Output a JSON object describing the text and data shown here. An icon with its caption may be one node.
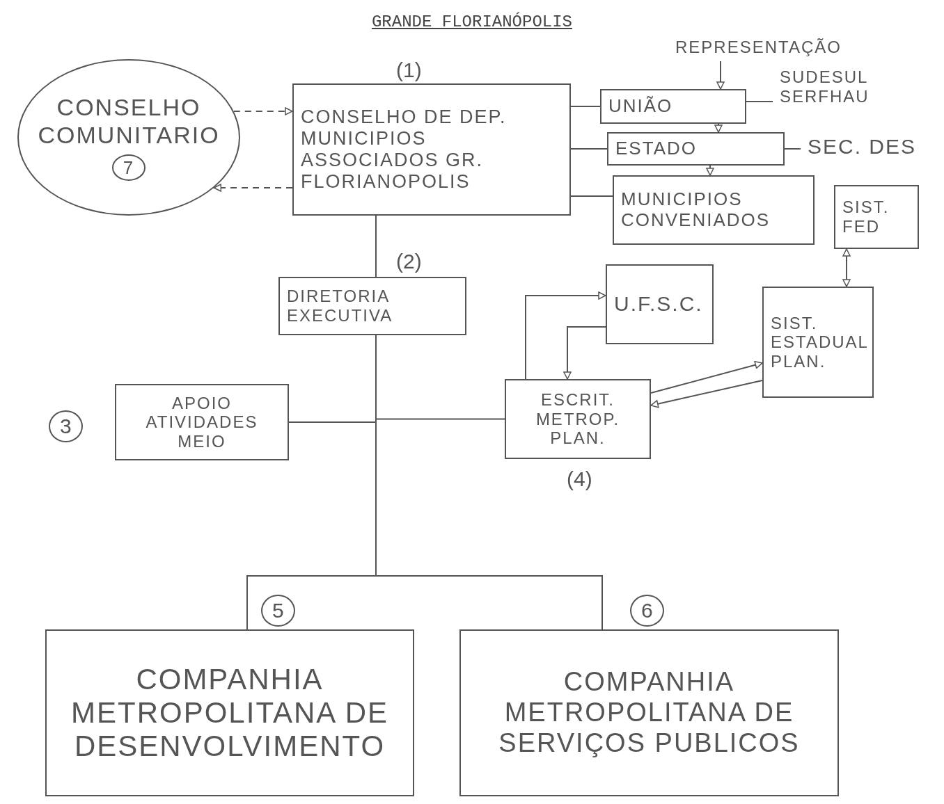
{
  "diagram": {
    "title": "GRANDE FLORIANÓPOLIS",
    "nodes": [
      {
        "text": [
          "CONSELHO COMUNITARIO",
          "7"
        ]
      },
      {
        "text": [
          "CONSELHO DE DEP. MUNICIPIOS ASSOCIADOS GR. FLORIANOPOLIS"
        ],
        "beside": [
          "(1)"
        ]
      },
      {
        "text": [
          "UNIÃO"
        ]
      },
      {
        "text": [
          "ESTADO"
        ]
      },
      {
        "text": [
          "MUNICIPIOS CONVENIADOS"
        ]
      },
      {
        "text": [
          "SUDESUL SERFHAU"
        ]
      },
      {
        "text": [
          "SEC. DES"
        ]
      },
      {
        "text": [
          "SIST. FED"
        ]
      },
      {
        "text": [
          "DIRETORIA EXECUTIVA"
        ],
        "beside": [
          "(2)"
        ]
      },
      {
        "text": [
          "U.F.S.C."
        ]
      },
      {
        "text": [
          "SIST. ESTADUAL PLAN."
        ]
      },
      {
        "text": [
          "APOIO ATIVIDADES MEIO"
        ],
        "beside": [
          "3"
        ]
      },
      {
        "text": [
          "ESCRIT. METROP. PLAN."
        ],
        "beside": [
          "(4)"
        ]
      },
      {
        "text": [
          "COMPANHIA METROPOLITANA DE DESENVOLVIMENTO"
        ],
        "beside": [
          "5"
        ]
      },
      {
        "text": [
          "COMPANHIA METROPOLITANA DE SERVIÇOS PUBLICOS"
        ],
        "beside": [
          "6"
        ]
      },
      {
        "text": [
          "REPRESENTAÇÃO"
        ]
      }
    ],
    "edges": [
      {
        "from": 0,
        "to": 1,
        "arrow": "to",
        "style": "dashed"
      },
      {
        "from": 1,
        "to": 0,
        "arrow": "to",
        "style": "dashed"
      },
      {
        "from": 1,
        "to": 2,
        "arrow": "none"
      },
      {
        "from": 1,
        "to": 3,
        "arrow": "none"
      },
      {
        "from": 1,
        "to": 4,
        "arrow": "none"
      },
      {
        "from": 2,
        "to": 3,
        "arrow": "to"
      },
      {
        "from": 3,
        "to": 4,
        "arrow": "to"
      },
      {
        "from": 2,
        "to": 5,
        "arrow": "none"
      },
      {
        "from": 3,
        "to": 6,
        "arrow": "none"
      },
      {
        "from": 7,
        "to": 10,
        "arrow": "both"
      },
      {
        "from": 1,
        "to": 8,
        "arrow": "none"
      },
      {
        "from": 8,
        "to": 11,
        "arrow": "none"
      },
      {
        "from": 8,
        "to": 12,
        "arrow": "none"
      },
      {
        "from": 8,
        "to": 13,
        "arrow": "none"
      },
      {
        "from": 8,
        "to": 14,
        "arrow": "none"
      },
      {
        "from": 12,
        "to": 9,
        "arrow": "to"
      },
      {
        "from": 9,
        "to": 12,
        "arrow": "to"
      },
      {
        "from": 12,
        "to": 10,
        "arrow": "to"
      },
      {
        "from": 10,
        "to": 12,
        "arrow": "to"
      },
      {
        "from": 15,
        "to": 2,
        "arrow": "to"
      }
    ]
  }
}
